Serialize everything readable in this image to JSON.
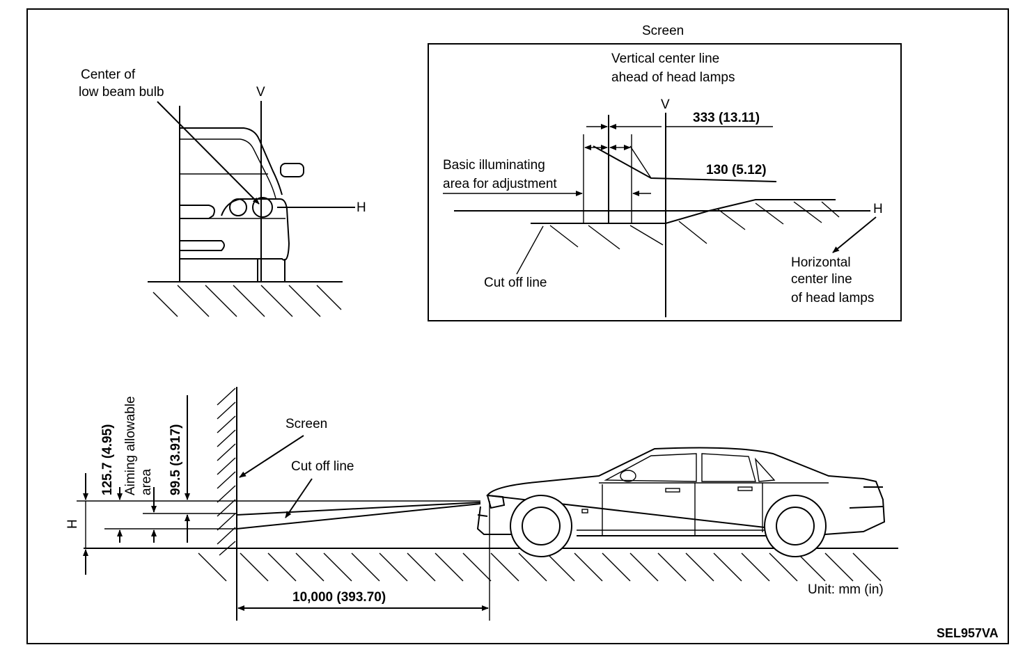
{
  "figure_code": "SEL957VA",
  "unit_note": "Unit: mm (in)",
  "front_view": {
    "bulb_label_1": "Center of",
    "bulb_label_2": "low beam bulb",
    "v_label": "V",
    "h_label": "H"
  },
  "screen_panel": {
    "title": "Screen",
    "vcl_1": "Vertical center line",
    "vcl_2": "ahead of head lamps",
    "v_label": "V",
    "dim_333": "333 (13.11)",
    "dim_130": "130 (5.12)",
    "basic_1": "Basic illuminating",
    "basic_2": "area for adjustment",
    "h_label": "H",
    "cutoff": "Cut off line",
    "hcl_1": "Horizontal",
    "hcl_2": "center line",
    "hcl_3": "of head lamps"
  },
  "side_view": {
    "dim_125": "125.7 (4.95)",
    "aiming_1": "Aiming allowable",
    "aiming_2": "area",
    "dim_99": "99.5 (3.917)",
    "h_label": "H",
    "screen": "Screen",
    "cutoff": "Cut off line",
    "distance": "10,000 (393.70)"
  }
}
